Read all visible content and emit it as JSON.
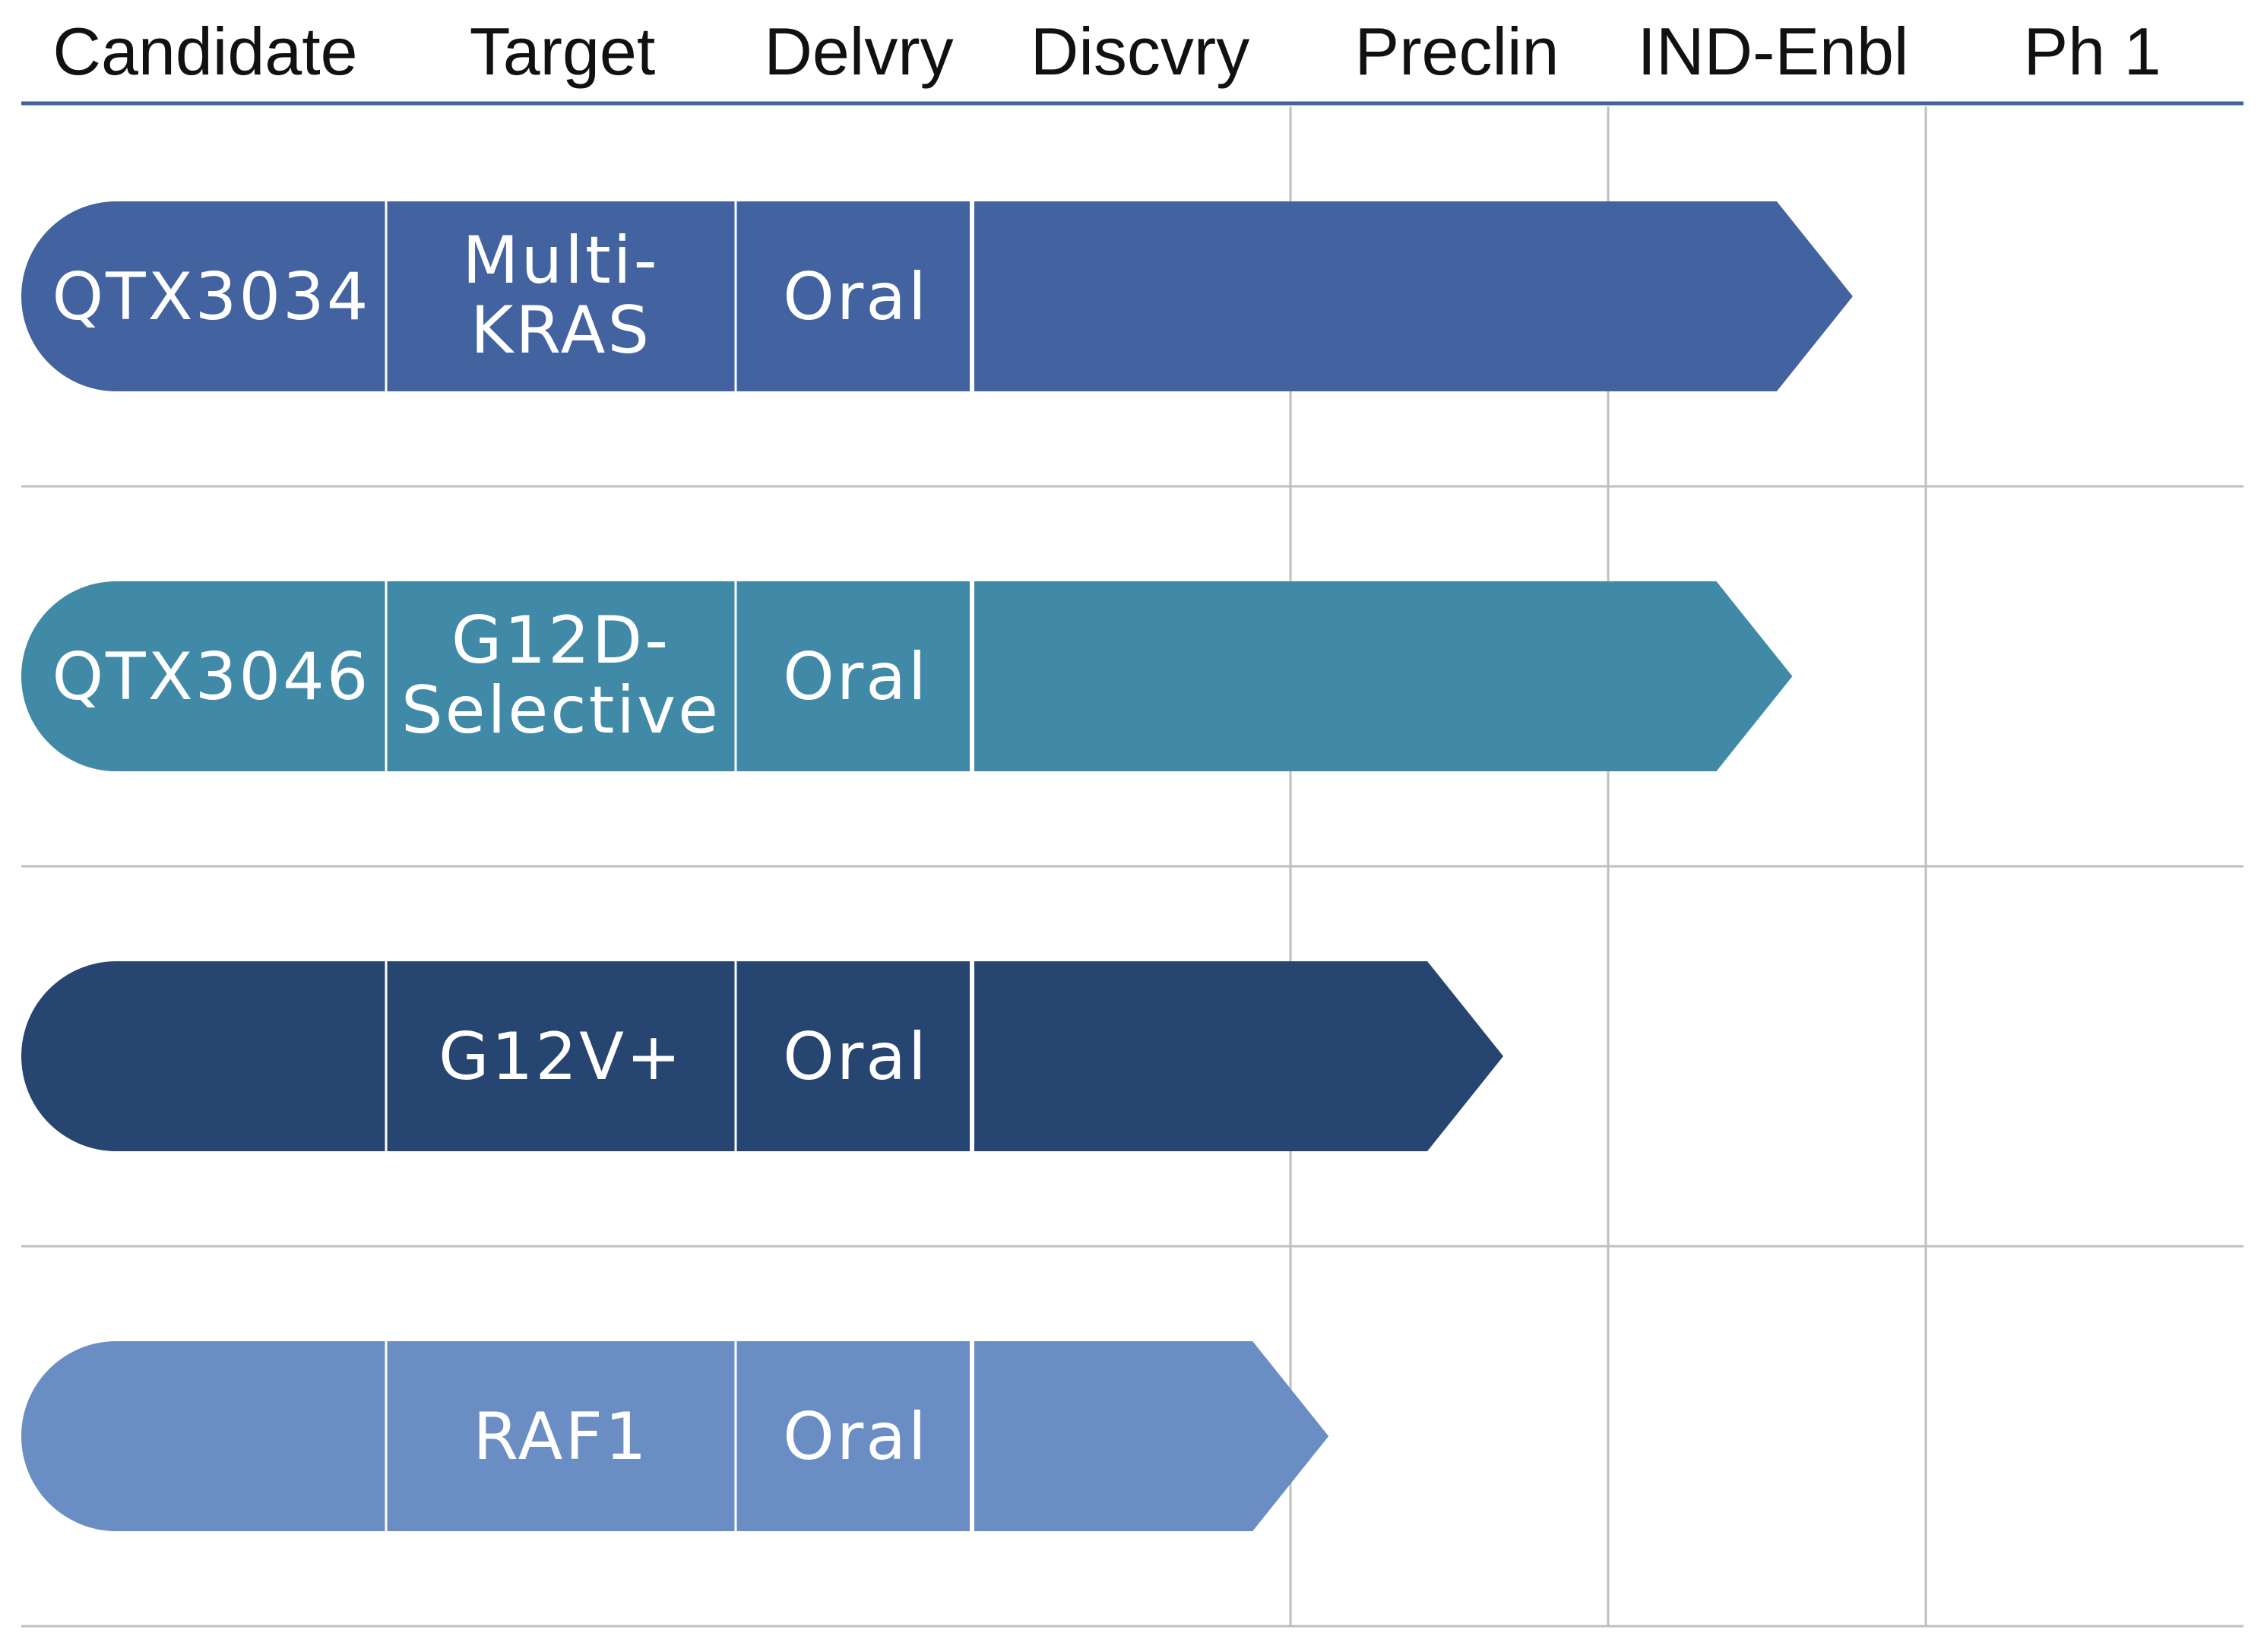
{
  "headers": [
    "Candidate",
    "Target",
    "Delvry",
    "Discvry",
    "Preclin",
    "IND-Enbl",
    "Ph 1"
  ],
  "programs": [
    {
      "candidate": "QTX3034",
      "target": [
        "Multi-",
        "KRAS"
      ],
      "delivery": "Oral",
      "stage_reached": 5.77,
      "color": "#4263a0"
    },
    {
      "candidate": "QTX3046",
      "target": [
        "G12D-",
        "Selective"
      ],
      "delivery": "Oral",
      "stage_reached": 5.58,
      "color": "#408aa8"
    },
    {
      "candidate": "",
      "target": [
        "G12V+"
      ],
      "delivery": "Oral",
      "stage_reached": 4.67,
      "color": "#264571"
    },
    {
      "candidate": "",
      "target": [
        "RAF1"
      ],
      "delivery": "Oral",
      "stage_reached": 4.12,
      "color": "#6a8dc4"
    }
  ],
  "colors": {
    "header_rule": "#4263a0",
    "grid": "#bfbfbf",
    "divider": "#ffffff"
  }
}
